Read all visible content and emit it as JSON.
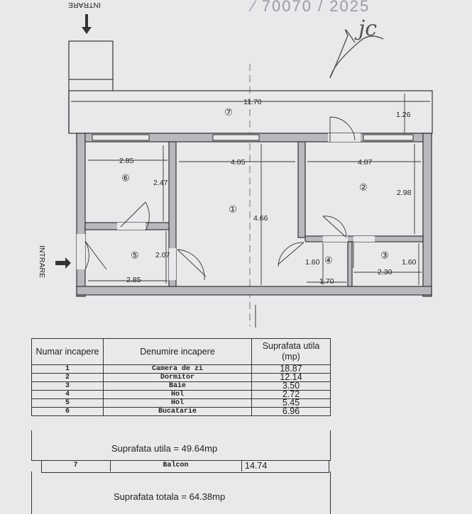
{
  "header": {
    "stamp_text": "⁄ 70070 / 2025",
    "entrance_top": "INTRARE",
    "entrance_left": "INTRARE",
    "signature_text": "jc"
  },
  "plan": {
    "rooms": [
      {
        "num": "①"
      },
      {
        "num": "②"
      },
      {
        "num": "③"
      },
      {
        "num": "④"
      },
      {
        "num": "⑤"
      },
      {
        "num": "⑥"
      },
      {
        "num": "⑦"
      }
    ],
    "dims": {
      "total_width": "11.70",
      "balcony_depth": "1.26",
      "r6_width": "2.85",
      "r6_depth": "2.47",
      "r1_width": "4.05",
      "r1_depth": "4.66",
      "r2_width": "4.07",
      "r2_depth": "2.98",
      "r5_depth": "2.07",
      "r5_width": "2.85",
      "r4_depth": "1.60",
      "r4_width": "1.70",
      "r3_width": "2.30",
      "r3_depth": "1.60"
    }
  },
  "table": {
    "headers": {
      "num": "Numar incapere",
      "name": "Denumire incapere",
      "area": "Suprafata utila (mp)"
    },
    "rows": [
      {
        "num": "1",
        "name": "Camera de zi",
        "area": "18.87"
      },
      {
        "num": "2",
        "name": "Dormitor",
        "area": "12.14"
      },
      {
        "num": "3",
        "name": "Baie",
        "area": "3.50"
      },
      {
        "num": "4",
        "name": "Hol",
        "area": "2.72"
      },
      {
        "num": "5",
        "name": "Hol",
        "area": "5.45"
      },
      {
        "num": "6",
        "name": "Bucatarie",
        "area": "6.96"
      }
    ],
    "useful_total": "Suprafata utila = 49.64mp",
    "balcony": {
      "num": "7",
      "name": "Balcon",
      "area": "14.74"
    },
    "grand_total": "Suprafata totala = 64.38mp"
  }
}
